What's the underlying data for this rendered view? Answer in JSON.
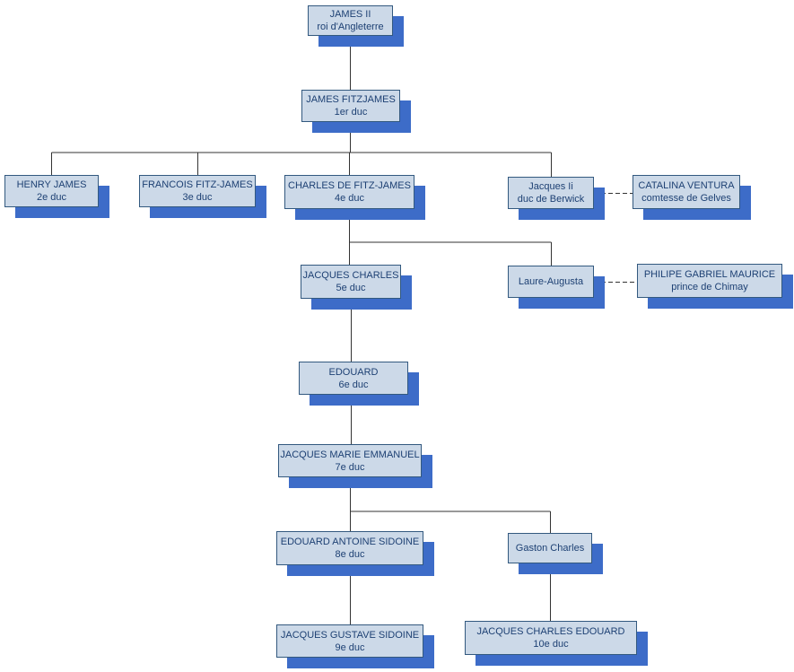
{
  "diagram": {
    "description": "Genealogy chart of the Dukes of FitzJames / Berwick",
    "colors": {
      "box_fill": "#ccd9e8",
      "box_border": "#33597f",
      "box_shadow": "#3d6cc8",
      "text": "#1d4073",
      "line": "#333333"
    },
    "nodes": {
      "james2": {
        "title": "JAMES II",
        "subtitle": "roi d'Angleterre"
      },
      "fitzjames1": {
        "title": "JAMES FITZJAMES",
        "subtitle": "1er duc"
      },
      "henry": {
        "title": "HENRY JAMES",
        "subtitle": "2e duc"
      },
      "francois": {
        "title": "FRANCOIS FITZ-JAMES",
        "subtitle": "3e duc"
      },
      "charles4": {
        "title": "CHARLES DE FITZ-JAMES",
        "subtitle": "4e duc"
      },
      "jacques2": {
        "title": "Jacques Ii",
        "subtitle": "duc de Berwick"
      },
      "catalina": {
        "title": "CATALINA VENTURA",
        "subtitle": "comtesse de Gelves"
      },
      "jacques5": {
        "title": "JACQUES CHARLES",
        "subtitle": "5e duc"
      },
      "laure": {
        "title": "Laure-Augusta",
        "subtitle": ""
      },
      "philipe": {
        "title": "PHILIPE GABRIEL MAURICE",
        "subtitle": "prince de Chimay"
      },
      "edouard6": {
        "title": "EDOUARD",
        "subtitle": "6e duc"
      },
      "jacques7": {
        "title": "JACQUES MARIE EMMANUEL",
        "subtitle": "7e duc"
      },
      "edouard8": {
        "title": "EDOUARD ANTOINE SIDOINE",
        "subtitle": "8e duc"
      },
      "gaston": {
        "title": "Gaston Charles",
        "subtitle": ""
      },
      "jacques9": {
        "title": "JACQUES GUSTAVE SIDOINE",
        "subtitle": "9e duc"
      },
      "jacques10": {
        "title": "JACQUES CHARLES EDOUARD",
        "subtitle": "10e duc"
      }
    }
  }
}
